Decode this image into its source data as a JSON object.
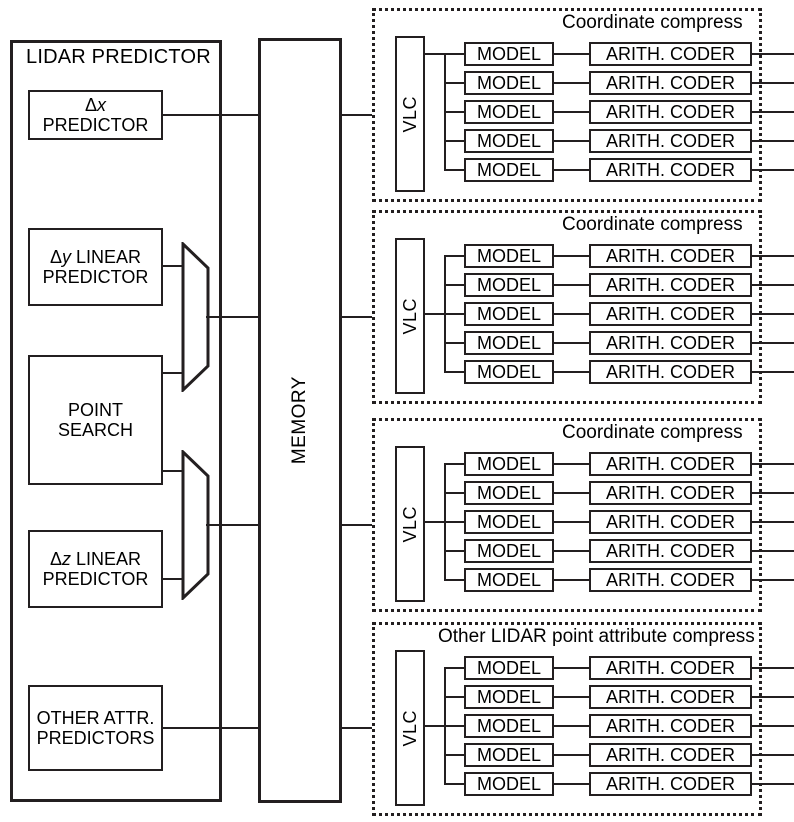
{
  "diagram": {
    "title": "LIDAR point cloud compression architecture block diagram",
    "lidar_predictor": {
      "title": "LIDAR PREDICTOR",
      "blocks": [
        {
          "id": "dx",
          "prefix": "Δ",
          "italic": "x",
          "suffix": " PREDICTOR",
          "lines": [
            "Δx PREDICTOR"
          ]
        },
        {
          "id": "dy",
          "lines": [
            "Δy LINEAR",
            "PREDICTOR"
          ]
        },
        {
          "id": "point_search",
          "lines": [
            "POINT",
            "SEARCH"
          ]
        },
        {
          "id": "dz",
          "lines": [
            "Δz LINEAR",
            "PREDICTOR"
          ]
        },
        {
          "id": "other_attr",
          "lines": [
            "OTHER  ATTR.",
            "PREDICTORS"
          ]
        }
      ]
    },
    "memory": {
      "label": "MEMORY"
    },
    "multiplexers": [
      {
        "id": "mux-upper",
        "inputs": 2
      },
      {
        "id": "mux-lower",
        "inputs": 2
      }
    ],
    "compress_groups": [
      {
        "id": "group-1",
        "title": "Coordinate compress",
        "vlc_label": "VLC",
        "rows": [
          {
            "model": "MODEL",
            "coder": "ARITH. CODER"
          },
          {
            "model": "MODEL",
            "coder": "ARITH. CODER"
          },
          {
            "model": "MODEL",
            "coder": "ARITH. CODER"
          },
          {
            "model": "MODEL",
            "coder": "ARITH. CODER"
          },
          {
            "model": "MODEL",
            "coder": "ARITH. CODER"
          }
        ]
      },
      {
        "id": "group-2",
        "title": "Coordinate compress",
        "vlc_label": "VLC",
        "rows": [
          {
            "model": "MODEL",
            "coder": "ARITH. CODER"
          },
          {
            "model": "MODEL",
            "coder": "ARITH. CODER"
          },
          {
            "model": "MODEL",
            "coder": "ARITH. CODER"
          },
          {
            "model": "MODEL",
            "coder": "ARITH. CODER"
          },
          {
            "model": "MODEL",
            "coder": "ARITH. CODER"
          }
        ]
      },
      {
        "id": "group-3",
        "title": "Coordinate compress",
        "vlc_label": "VLC",
        "rows": [
          {
            "model": "MODEL",
            "coder": "ARITH. CODER"
          },
          {
            "model": "MODEL",
            "coder": "ARITH. CODER"
          },
          {
            "model": "MODEL",
            "coder": "ARITH. CODER"
          },
          {
            "model": "MODEL",
            "coder": "ARITH. CODER"
          },
          {
            "model": "MODEL",
            "coder": "ARITH. CODER"
          }
        ]
      },
      {
        "id": "group-4",
        "title": "Other LIDAR point attribute compress",
        "vlc_label": "VLC",
        "rows": [
          {
            "model": "MODEL",
            "coder": "ARITH. CODER"
          },
          {
            "model": "MODEL",
            "coder": "ARITH. CODER"
          },
          {
            "model": "MODEL",
            "coder": "ARITH. CODER"
          },
          {
            "model": "MODEL",
            "coder": "ARITH. CODER"
          },
          {
            "model": "MODEL",
            "coder": "ARITH. CODER"
          }
        ]
      }
    ],
    "colors": {
      "stroke": "#231f20",
      "background": "#ffffff",
      "text": "#000000"
    }
  }
}
